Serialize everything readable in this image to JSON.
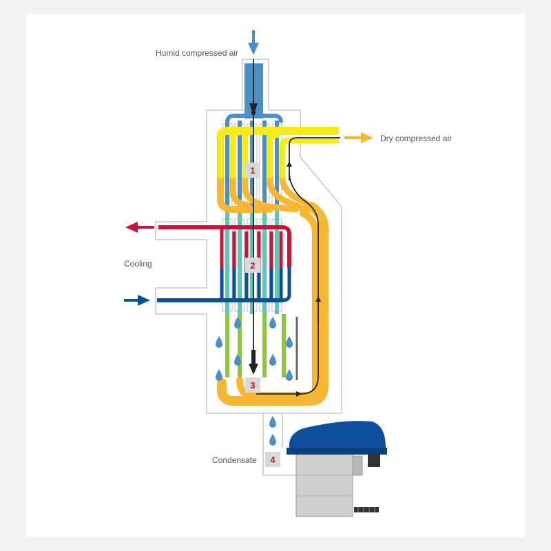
{
  "labels": {
    "humid_inlet": "Humid compressed air",
    "dry_outlet": "Dry compressed air",
    "cooling": "Cooling",
    "condensate": "Condensate"
  },
  "stages": [
    "1",
    "2",
    "3",
    "4"
  ],
  "colors": {
    "humid_air": "#4a90c8",
    "dry_air": "#f7b733",
    "dry_air_upper": "#f5ea1a",
    "coolant_out": "#c8143c",
    "coolant_in": "#0b4e9a",
    "heat_exchange": "#5cc8b4",
    "condensation": "#8cc63f",
    "flow_arrow": "#222222",
    "drain_body": "#0d4f9c",
    "housing_outline": "#c8c8c8"
  }
}
